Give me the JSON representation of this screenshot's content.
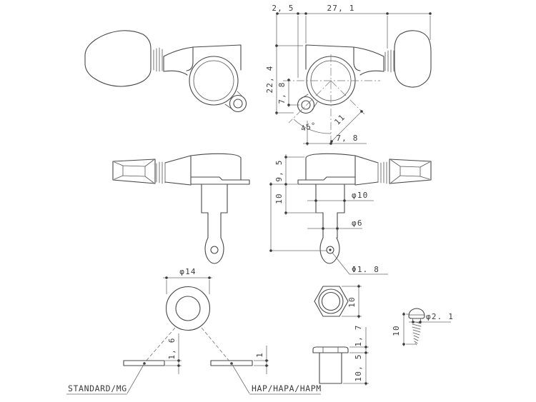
{
  "palette": {
    "background": "#ffffff",
    "outline": "#474747",
    "dimension_lines": "#6f6f6f",
    "text": "#3c3c3c"
  },
  "front_view": {
    "knob_offset": "2, 5",
    "overall_length": "27, 1",
    "height": "22, 4",
    "hole_drop": "7, 8",
    "angle": "45°",
    "diagonal": "11",
    "hole_offset": "7, 8"
  },
  "side_view": {
    "housing_height": "9, 5",
    "post_upper": "10",
    "post_dia": "φ10",
    "shaft_dia": "φ6",
    "string_hole_dia": "Φ1. 8"
  },
  "washer_group": {
    "outer_dia": "φ14",
    "thickness_standard": "1, 6",
    "thickness_hap": "1",
    "label_standard": "STANDARD/MG",
    "label_hap": "HAP/HAPA/HAPM"
  },
  "bushing_group": {
    "nut_width": "10",
    "head_height": "1, 7",
    "thread_length": "10, 5"
  },
  "screw_group": {
    "length": "10",
    "dia": "φ2. 1"
  }
}
